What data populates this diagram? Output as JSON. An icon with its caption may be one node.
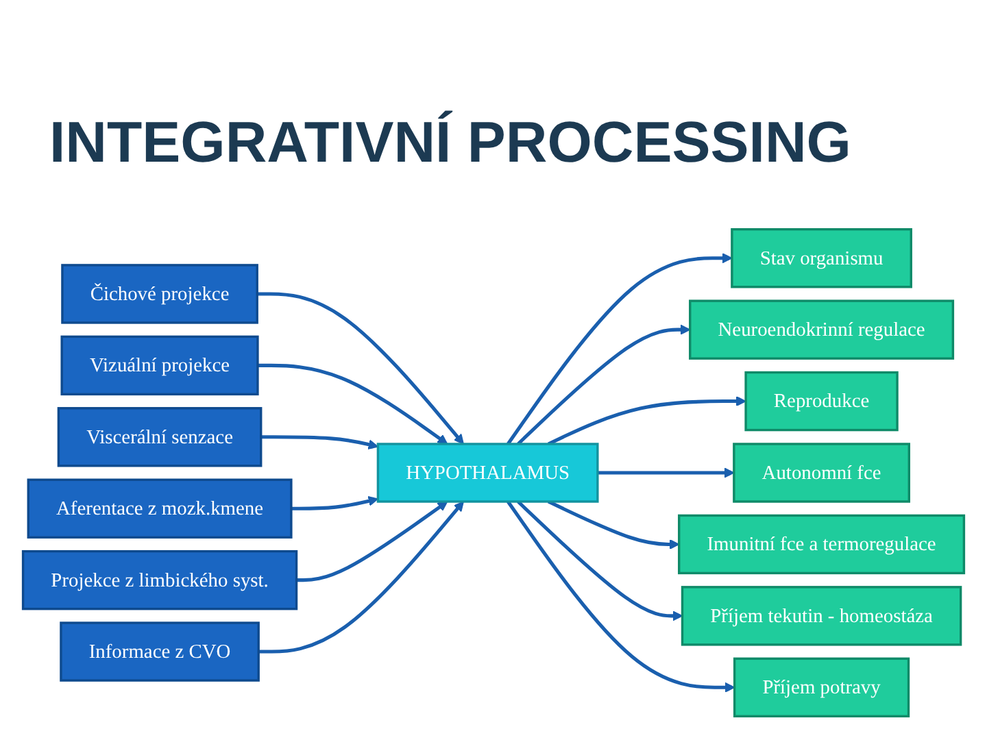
{
  "diagram": {
    "title": "INTEGRATIVNÍ PROCESSING",
    "nodes": [
      {
        "text": [
          "Čichové projekce"
        ]
      },
      {
        "text": [
          "Vizuální projekce"
        ]
      },
      {
        "text": [
          "Viscerální senzace"
        ]
      },
      {
        "text": [
          "Aferentace z mozk.kmene"
        ]
      },
      {
        "text": [
          "Projekce z limbického syst."
        ]
      },
      {
        "text": [
          "Informace z CVO"
        ]
      },
      {
        "text": [
          "HYPOTHALAMUS"
        ]
      },
      {
        "text": [
          "Stav organismu"
        ]
      },
      {
        "text": [
          "Neuroendokrinní regulace"
        ]
      },
      {
        "text": [
          "Reprodukce"
        ]
      },
      {
        "text": [
          "Autonomní fce"
        ]
      },
      {
        "text": [
          "Imunitní fce a termoregulace"
        ]
      },
      {
        "text": [
          "Příjem tekutin - homeostáza"
        ]
      },
      {
        "text": [
          "Příjem potravy"
        ]
      }
    ],
    "edges": [
      {
        "from": 0,
        "to": 6,
        "arrow": "to"
      },
      {
        "from": 1,
        "to": 6,
        "arrow": "to"
      },
      {
        "from": 2,
        "to": 6,
        "arrow": "to"
      },
      {
        "from": 3,
        "to": 6,
        "arrow": "to"
      },
      {
        "from": 4,
        "to": 6,
        "arrow": "to"
      },
      {
        "from": 5,
        "to": 6,
        "arrow": "to"
      },
      {
        "from": 6,
        "to": 7,
        "arrow": "to"
      },
      {
        "from": 6,
        "to": 8,
        "arrow": "to"
      },
      {
        "from": 6,
        "to": 9,
        "arrow": "to"
      },
      {
        "from": 6,
        "to": 10,
        "arrow": "to"
      },
      {
        "from": 6,
        "to": 11,
        "arrow": "to"
      },
      {
        "from": 6,
        "to": 12,
        "arrow": "to"
      },
      {
        "from": 6,
        "to": 13,
        "arrow": "to"
      }
    ]
  }
}
